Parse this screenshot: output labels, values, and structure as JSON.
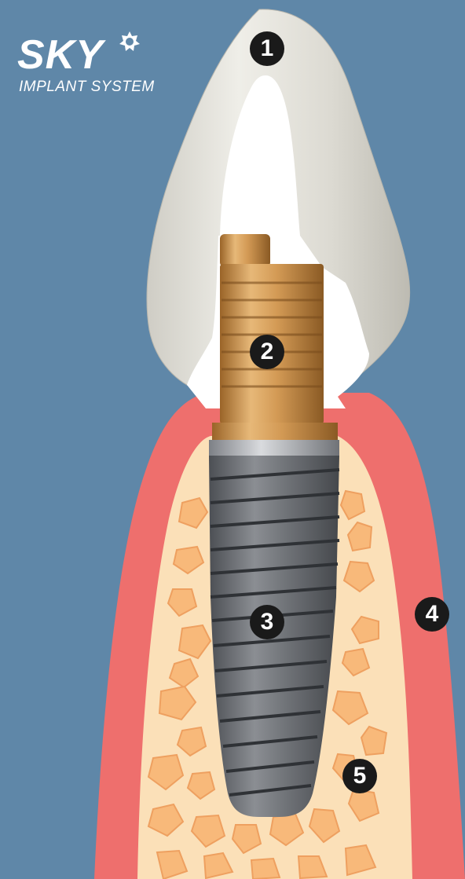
{
  "logo": {
    "title": "SKY",
    "subtitle": "IMPLANT SYSTEM",
    "mark_icon": "star-ring-icon"
  },
  "markers": [
    {
      "id": "crown",
      "label": "1"
    },
    {
      "id": "abutment",
      "label": "2"
    },
    {
      "id": "implant",
      "label": "3"
    },
    {
      "id": "gum",
      "label": "4"
    },
    {
      "id": "bone",
      "label": "5"
    }
  ],
  "colors": {
    "background": "#5f87a8",
    "gum": "#ee6f6d",
    "bone": "#fbe0b8",
    "bone_cavity": "#f8b97a",
    "crown": "#e8e6df",
    "abutment": "#c98f4d",
    "implant": "#6d7075",
    "marker": "#1a1a1a"
  }
}
